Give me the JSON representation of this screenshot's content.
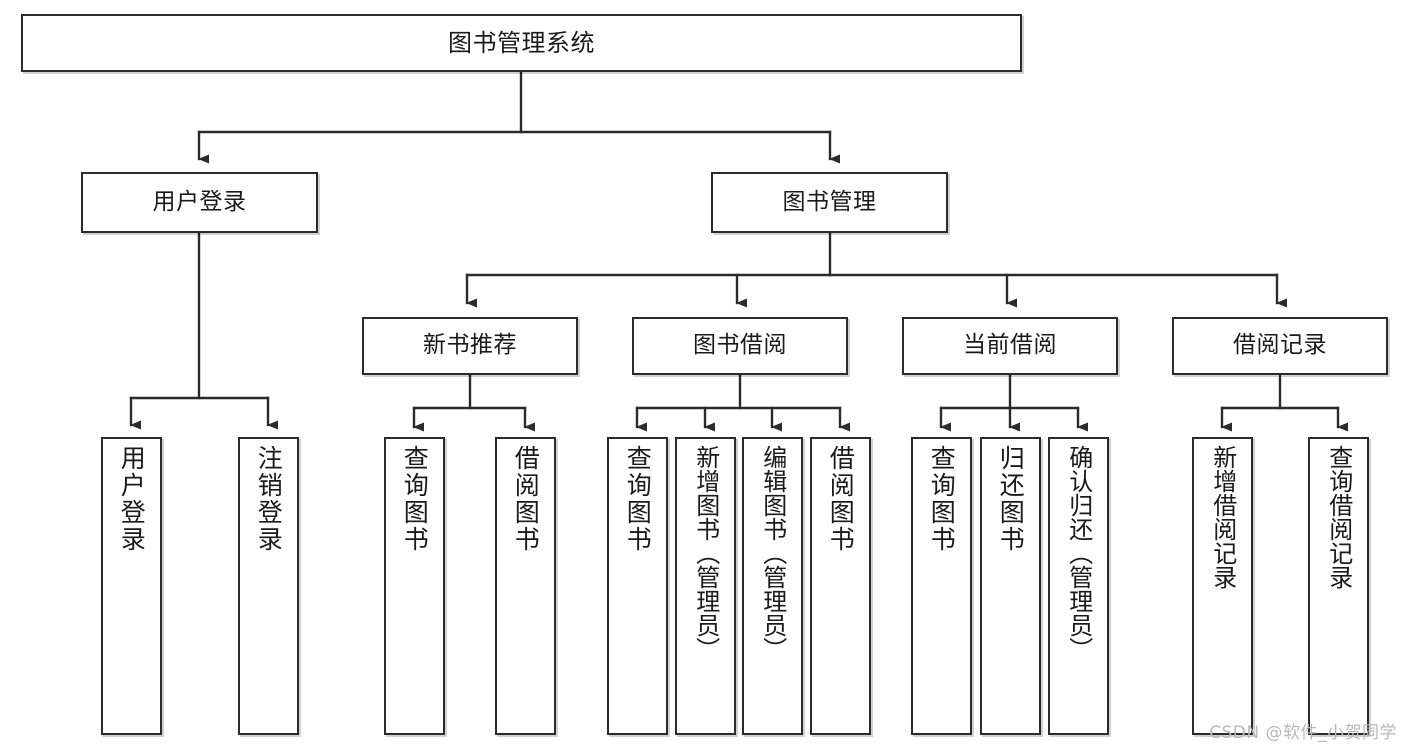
{
  "diagram": {
    "type": "tree",
    "title": "图书管理系统",
    "watermark": "CSDN @软件_小贺同学",
    "colors": {
      "box_border": "#2b2b2b",
      "box_fill": "#ffffff",
      "edge": "#2b2b2b",
      "watermark": "#b9b9b9",
      "background": "#ffffff"
    },
    "nodes": {
      "root": {
        "label": "图书管理系统"
      },
      "level2": [
        {
          "label": "用户登录"
        },
        {
          "label": "图书管理"
        }
      ],
      "level3": [
        {
          "label": "新书推荐"
        },
        {
          "label": "图书借阅"
        },
        {
          "label": "当前借阅"
        },
        {
          "label": "借阅记录"
        }
      ],
      "leaves": {
        "user_login": [
          {
            "label": "用户登录"
          },
          {
            "label": "注销登录"
          }
        ],
        "new_book_recommend": [
          {
            "label": "查询图书"
          },
          {
            "label": "借阅图书"
          }
        ],
        "book_borrow": [
          {
            "label": "查询图书"
          },
          {
            "label": "新增图书（管理员）"
          },
          {
            "label": "编辑图书（管理员）"
          },
          {
            "label": "借阅图书"
          }
        ],
        "current_borrow": [
          {
            "label": "查询图书"
          },
          {
            "label": "归还图书"
          },
          {
            "label": "确认归还（管理员）"
          }
        ],
        "borrow_record": [
          {
            "label": "新增借阅记录"
          },
          {
            "label": "查询借阅记录"
          }
        ]
      }
    }
  }
}
